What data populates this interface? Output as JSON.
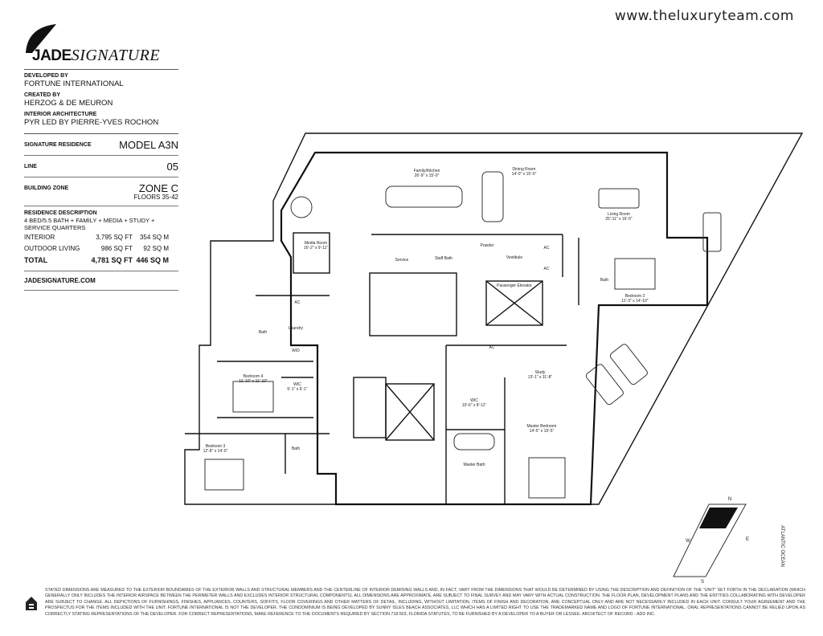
{
  "header": {
    "website": "www.theluxuryteam.com"
  },
  "brand": {
    "name_bold": "JADE",
    "name_italic": "SIGNATURE"
  },
  "credits": [
    {
      "label": "DEVELOPED BY",
      "value": "FORTUNE INTERNATIONAL"
    },
    {
      "label": "CREATED BY",
      "value": "HERZOG & DE MEURON"
    },
    {
      "label": "INTERIOR ARCHITECTURE",
      "value": "PYR LED BY PIERRE-YVES ROCHON"
    }
  ],
  "residence": {
    "signature_label": "SIGNATURE RESIDENCE",
    "signature_value": "MODEL A3N",
    "line_label": "LINE",
    "line_value": "05",
    "zone_label": "BUILDING ZONE",
    "zone_value": "ZONE C",
    "floors": "FLOORS 35-42",
    "desc_label": "RESIDENCE DESCRIPTION",
    "desc_text": "4 BED/5.5 BATH + FAMILY + MEDIA + STUDY + SERVICE QUARTERS",
    "areas": [
      {
        "name": "INTERIOR",
        "sqft": "3,795 SQ FT",
        "sqm": "354 SQ M"
      },
      {
        "name": "OUTDOOR LIVING",
        "sqft": "986 SQ FT",
        "sqm": "92 SQ M"
      },
      {
        "name": "TOTAL",
        "sqft": "4,781 SQ FT",
        "sqm": "446 SQ M"
      }
    ],
    "website": "JADESIGNATURE.COM"
  },
  "rooms": {
    "family": "Family/Kitchen",
    "family_dim": "26'-9\" x 15'-0\"",
    "dining": "Dining Room",
    "dining_dim": "14'-0\" x 15'-0\"",
    "living": "Living Room",
    "living_dim": "25'-11\" x 16'-0\"",
    "media": "Media Room",
    "media_dim": "16'-2\" x 9'-11\"",
    "service": "Service",
    "staff_bath": "Staff Bath",
    "powder": "Powder",
    "vestibule": "Vestibule",
    "elevator": "Passenger Elevator",
    "ac": "AC",
    "bath": "Bath",
    "laundry": "Laundry",
    "wd": "W/D",
    "bedroom2": "Bedroom 2",
    "bedroom2_dim": "11'-3\" x 14'-10\"",
    "bedroom4": "Bedroom 4",
    "bedroom4_dim": "11'-10\" x 11'-10\"",
    "wic": "WIC",
    "wic4_dim": "5'-1\" x 6'-1\"",
    "study": "Study",
    "study_dim": "13'-1\" x 11'-8\"",
    "wic_master_dim": "10'-6\" x 8'-11\"",
    "master": "Master Bedroom",
    "master_dim": "14'-5\" x 19'-5\"",
    "master_bath": "Master Bath",
    "bedroom3": "Bedroom 3",
    "bedroom3_dim": "12'-8\" x 14'-0\""
  },
  "compass": {
    "n": "N",
    "s": "S",
    "e": "E",
    "w": "W",
    "ocean": "ATLANTIC OCEAN"
  },
  "disclaimer": "Stated dimensions are measured to the exterior boundaries of the exterior walls and structural members and the centerline of interior demising walls and, in fact, vary from the dimensions that would be determined by using the description and definition of the \"unit\" set forth in the declaration (which generally only includes the interior airspace between the perimeter walls and excludes interior structural components). All dimensions are approximate, are subject to final survey and may vary with actual construction. The floor plan, development plans and the entities collaborating with developer are subject to change. All depictions of furnishings, finishes, appliances, counters, soffits, floor coverings and other matters of detail, including, without limitation, items of finish and decoration, are conceptual only and are not necessarily included in each unit. Consult your agreement and the prospectus for the items included with the unit. Fortune International is not the developer. The condominium is being developed by Sunny Isles Beach Associates, LLC which has a limited right to use the trademarked name and logo of Fortune International. Oral representations cannot be relied upon as correctly stating representations of the developer. For correct representations, make reference to the documents required by section 718.503, Florida Statutes, to be furnished by a developer to a buyer or lessee. Architect of record - ADD Inc."
}
